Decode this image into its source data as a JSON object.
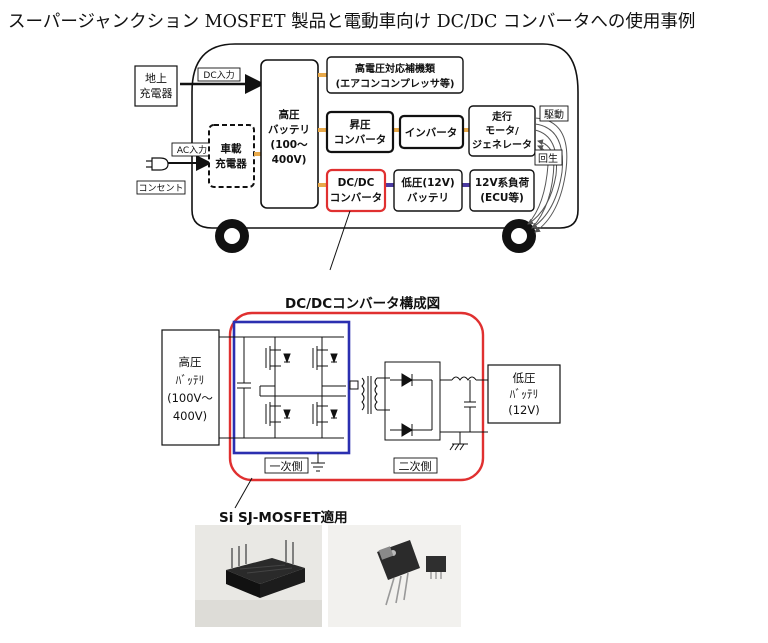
{
  "title": "スーパージャンクション MOSFET 製品と電動車向け DC/DC コンバータへの使用事例",
  "vehicle": {
    "ground_charger": [
      "地上",
      "充電器"
    ],
    "dc_input": "DC入力",
    "ac_input": "AC入力",
    "onboard_charger": [
      "車載",
      "充電器"
    ],
    "outlet": "コンセント",
    "hv_battery": [
      "高圧",
      "バッテリ",
      "(100～",
      "400V)"
    ],
    "hv_aux": [
      "高電圧対応補機類",
      "(エアコンコンプレッサ等)"
    ],
    "boost_converter": [
      "昇圧",
      "コンバータ"
    ],
    "inverter": "インバータ",
    "motor": [
      "走行",
      "モータ/",
      "ジェネレータ"
    ],
    "drive": "駆動",
    "regen": "回生",
    "dcdc": [
      "DC/DC",
      "コンバータ"
    ],
    "lv_battery": [
      "低圧(12V)",
      "バッテリ"
    ],
    "load_12v": [
      "12V系負荷",
      "(ECU等)"
    ]
  },
  "circuit": {
    "heading": "DC/DCコンバータ構成図",
    "hv_battery": [
      "高圧",
      "ﾊﾞｯﾃﾘ",
      "(100V～",
      "400V)"
    ],
    "lv_battery": [
      "低圧",
      "ﾊﾞｯﾃﾘ",
      "(12V)"
    ],
    "primary": "一次側",
    "secondary": "二次側"
  },
  "mosfet_label": "Si SJ-MOSFET適用",
  "colors": {
    "red": "#e03030",
    "blue": "#2b2fb0",
    "orange": "#e8a94a",
    "purple": "#4b3aa0"
  }
}
